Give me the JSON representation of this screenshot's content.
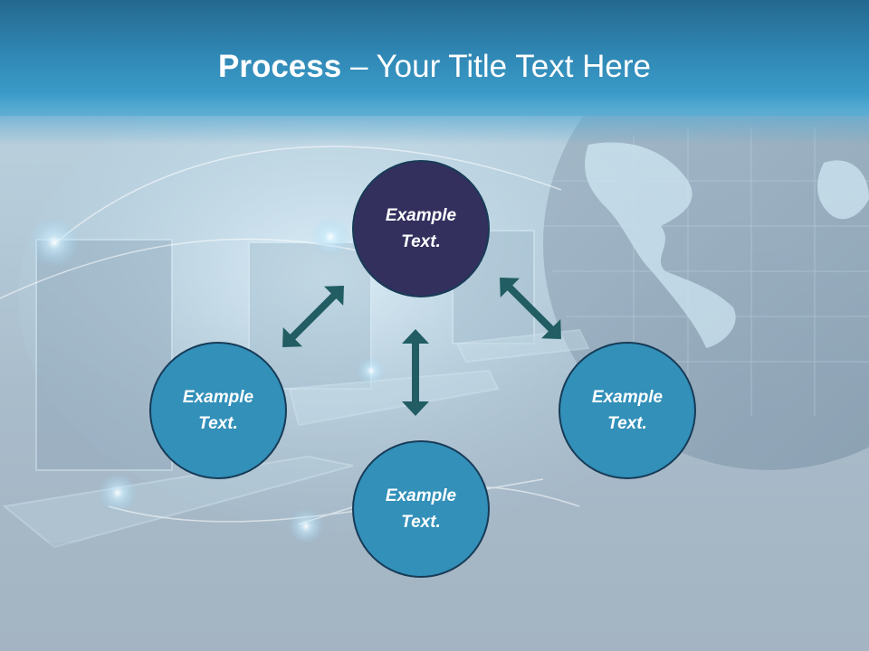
{
  "slide": {
    "title_bold": "Process",
    "title_rest": " – Your Title Text Here"
  },
  "nodes": {
    "top": {
      "line1": "Example",
      "line2": "Text."
    },
    "left": {
      "line1": "Example",
      "line2": "Text."
    },
    "right": {
      "line1": "Example",
      "line2": "Text."
    },
    "bottom": {
      "line1": "Example",
      "line2": "Text."
    }
  },
  "colors": {
    "header": "#2f86b3",
    "node_accent": "#33305e",
    "node_default": "#3290b9",
    "arrow": "#215d63"
  }
}
